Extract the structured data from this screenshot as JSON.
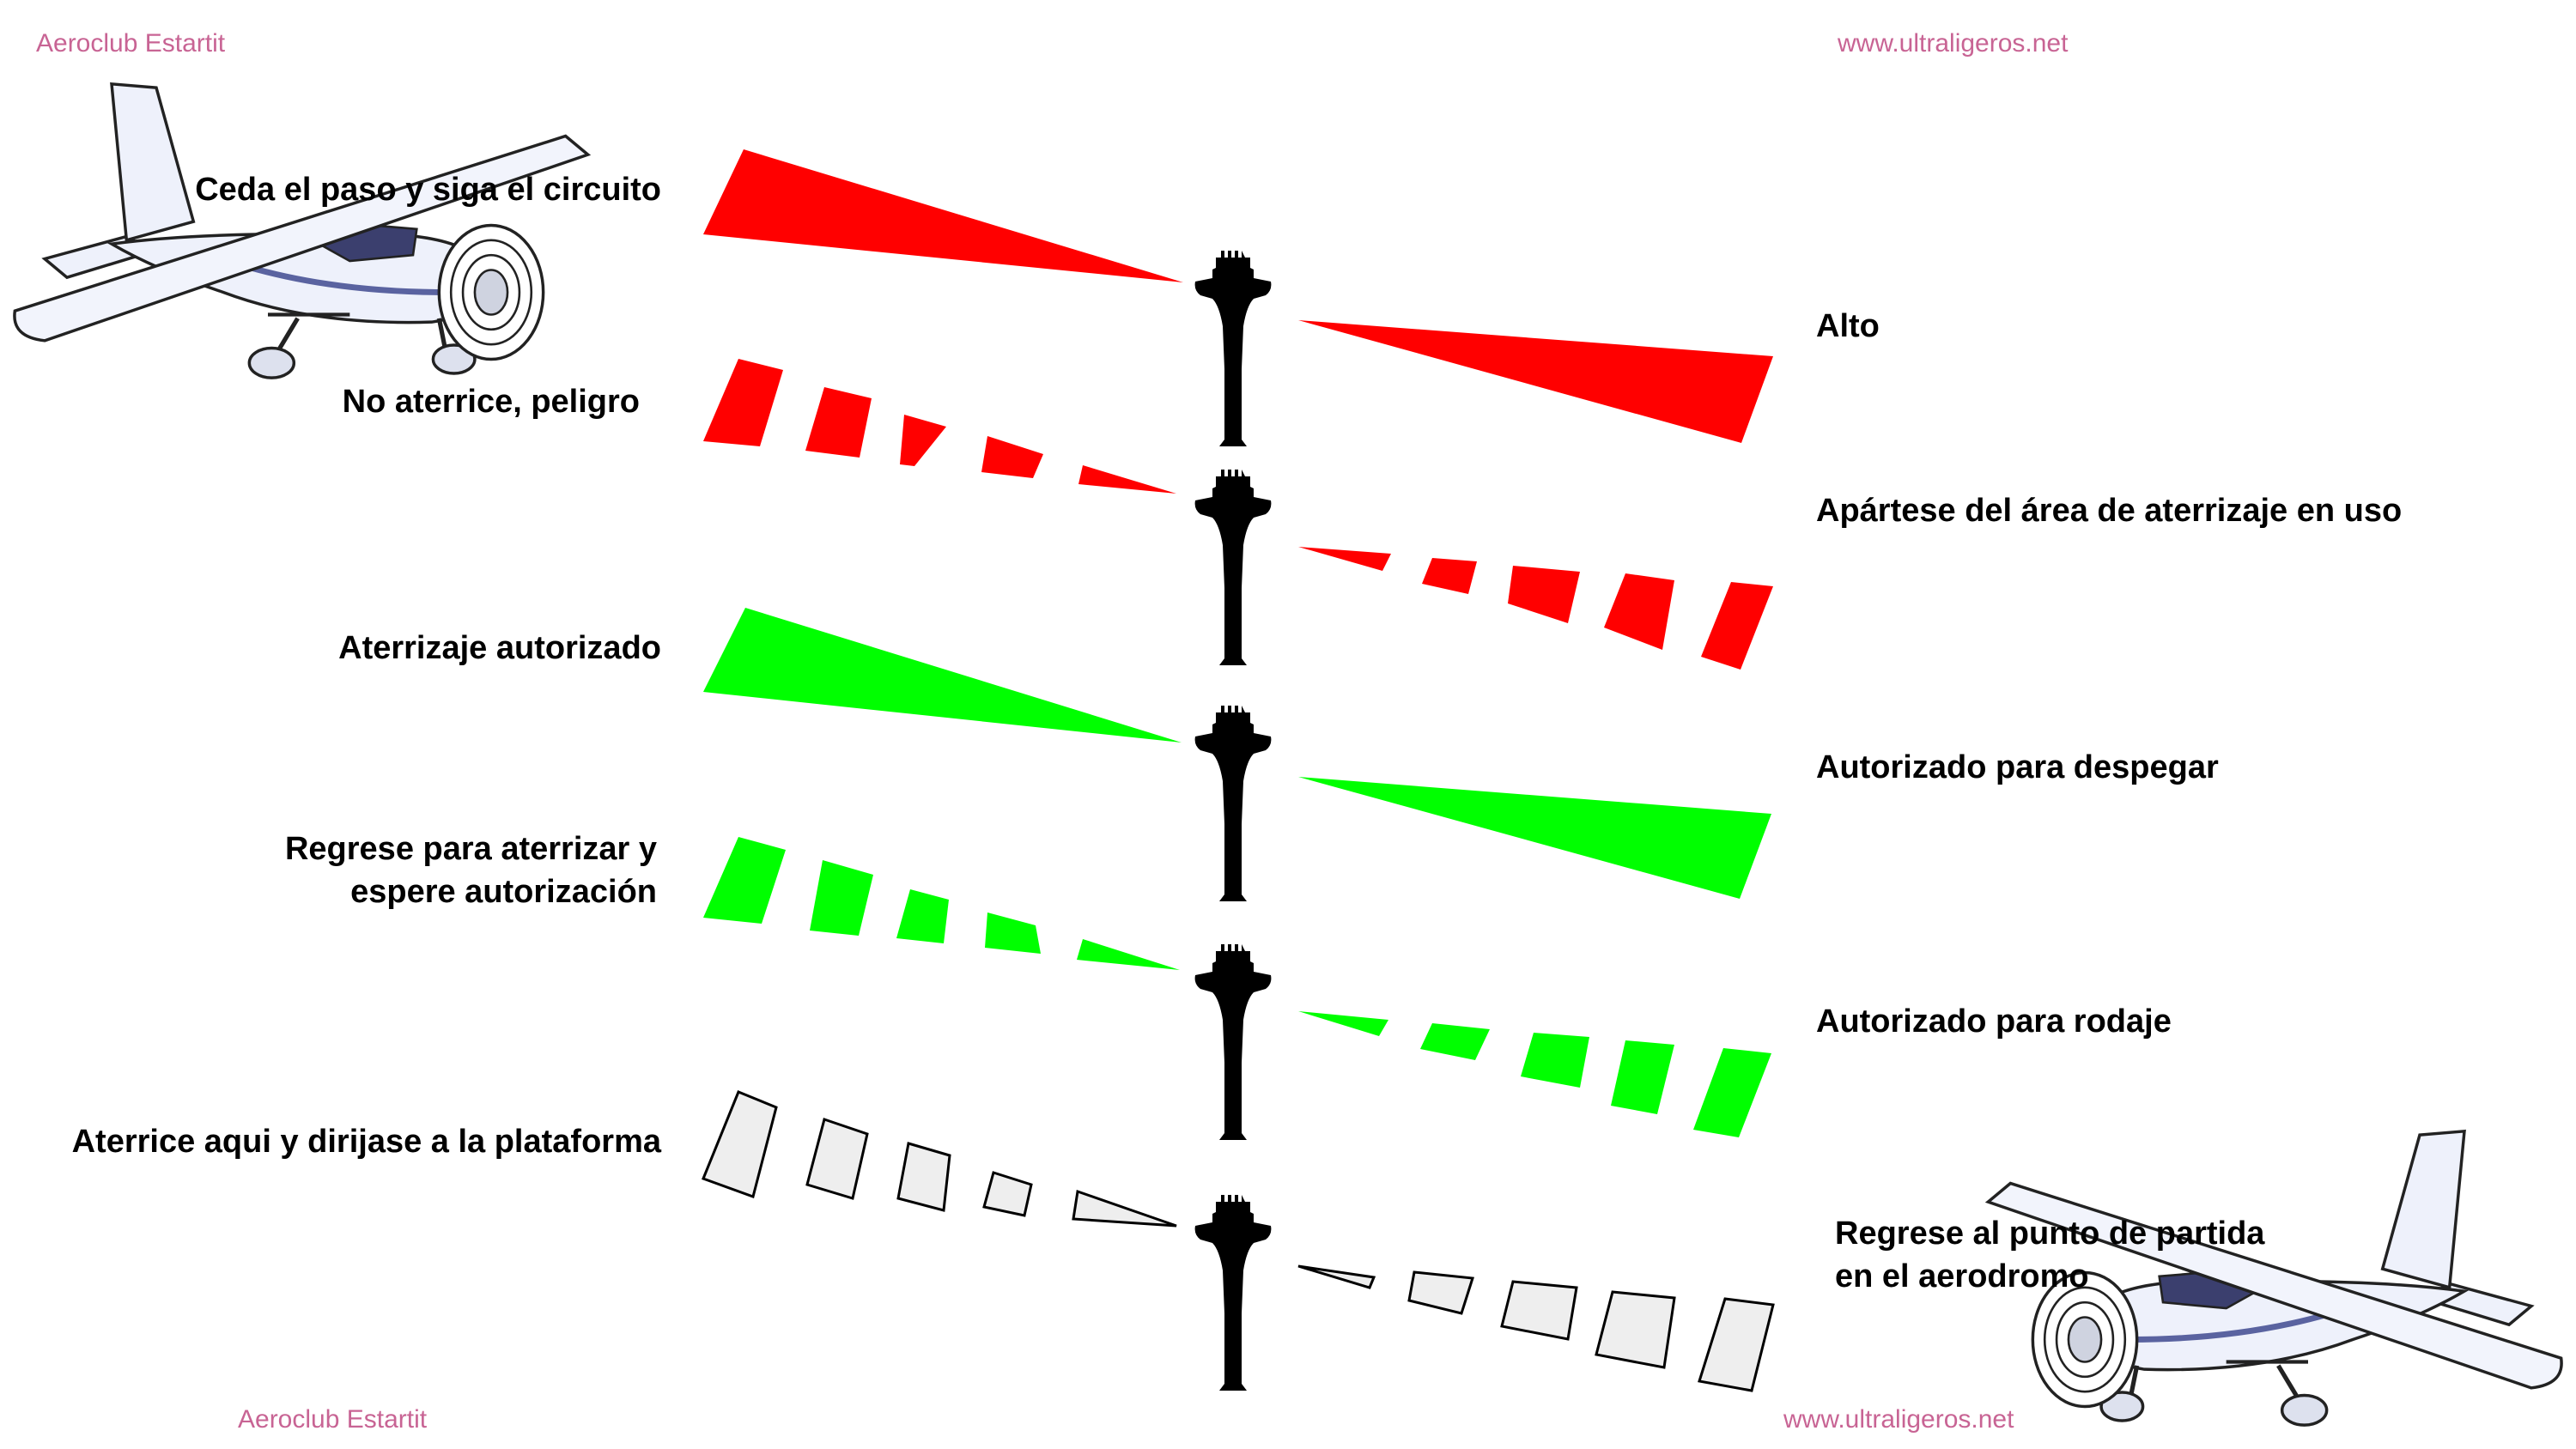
{
  "watermarks": {
    "top_left": "Aeroclub Estartit",
    "top_right": "www.ultraligeros.net",
    "bottom_left": "Aeroclub Estartit",
    "bottom_right": "www.ultraligeros.net"
  },
  "colors": {
    "red": "#ff0000",
    "green": "#00ff00",
    "white_fill": "#eeeeee",
    "white_outline": "#000000",
    "tower": "#000000",
    "watermark": "#c86494"
  },
  "signals": [
    {
      "color": "red",
      "style": "steady",
      "left_label": "Ceda el paso y siga el circuito",
      "right_label": "Alto"
    },
    {
      "color": "red",
      "style": "flashing",
      "left_label": "No aterrice, peligro",
      "right_label": "Apártese del área de aterrizaje en uso"
    },
    {
      "color": "green",
      "style": "steady",
      "left_label": "Aterrizaje autorizado",
      "right_label": "Autorizado para despegar"
    },
    {
      "color": "green",
      "style": "flashing",
      "left_label": "Regrese para aterrizar y espere autorización",
      "right_label": "Autorizado para rodaje"
    },
    {
      "color": "white",
      "style": "flashing",
      "left_label": "Aterrice aqui y dirijase a la plataforma",
      "right_label": "Regrese al punto de partida en el aerodromo"
    }
  ],
  "icons": {
    "left_aircraft": "airplane-in-flight-icon",
    "right_aircraft": "airplane-on-ground-icon",
    "tower": "control-tower-icon"
  }
}
